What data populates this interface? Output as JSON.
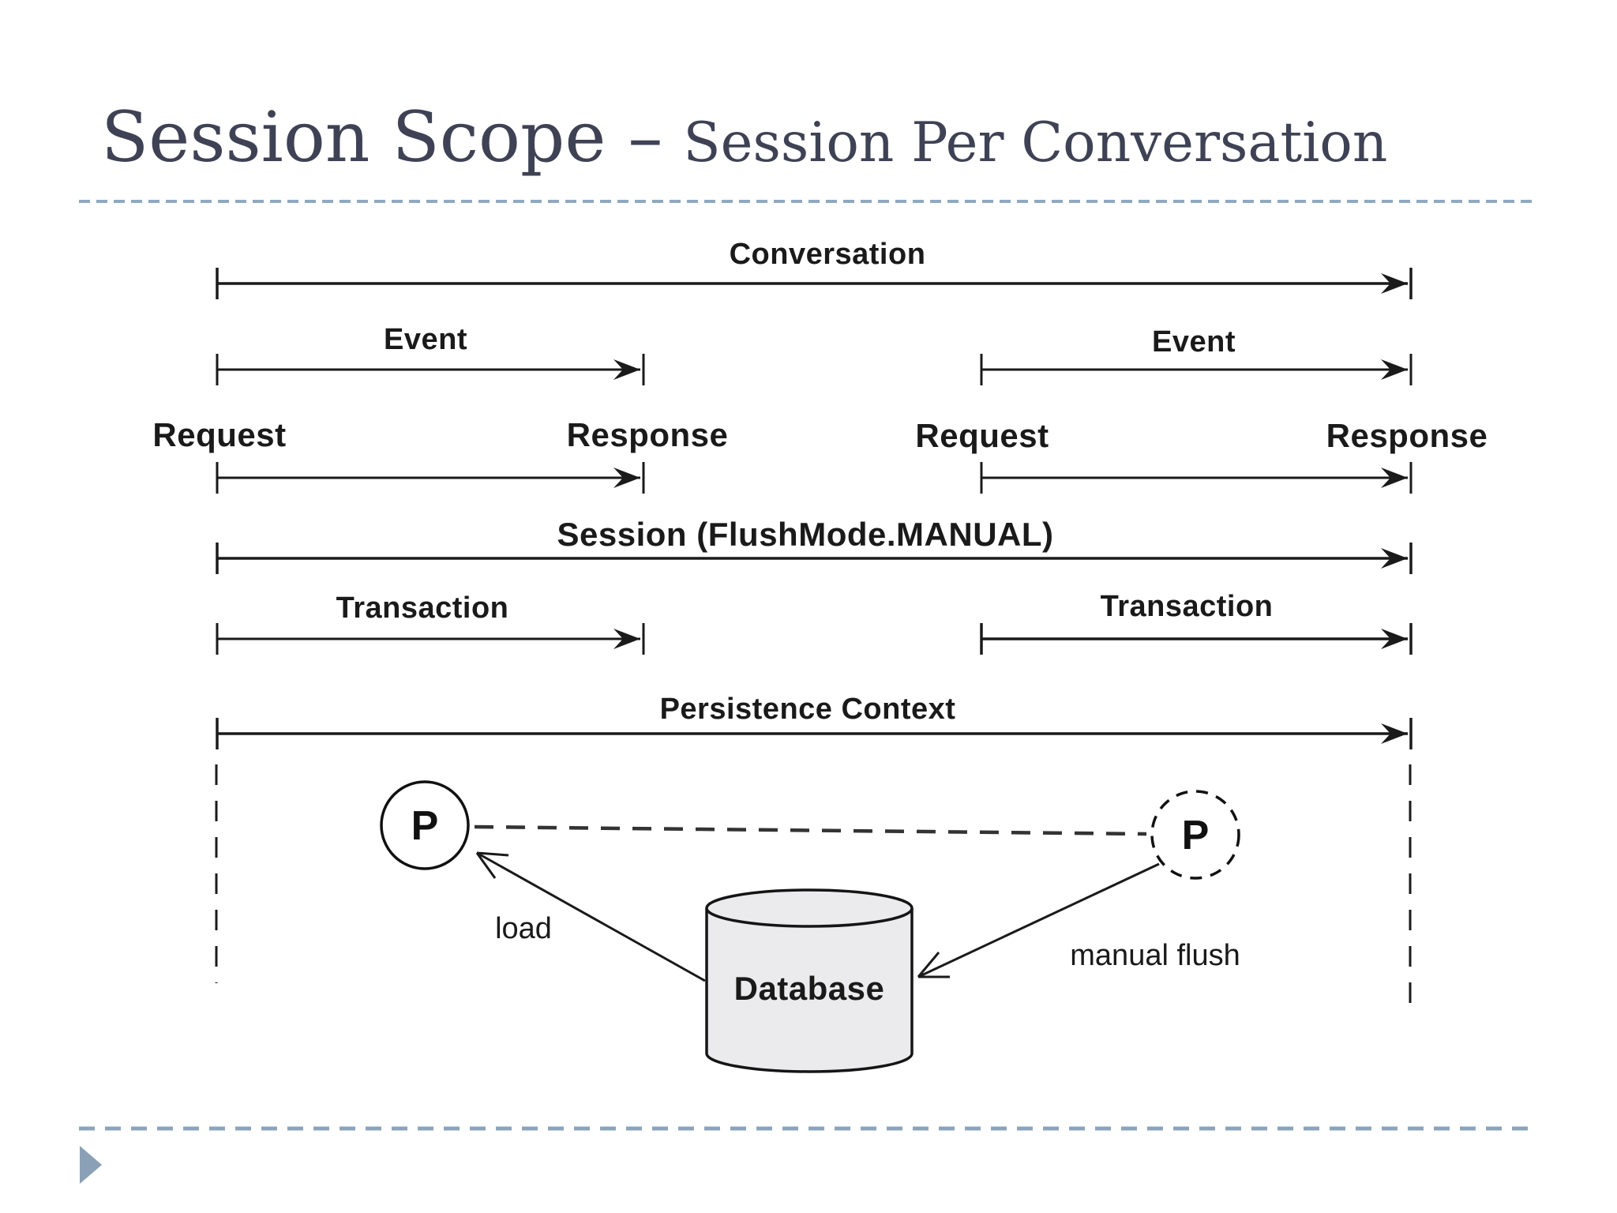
{
  "slide": {
    "title_main": "Session Scope –",
    "title_sub": "Session Per Conversation"
  },
  "diagram": {
    "conversation": "Conversation",
    "event": "Event",
    "request": "Request",
    "response": "Response",
    "session": "Session (FlushMode.MANUAL)",
    "transaction": "Transaction",
    "persistence": "Persistence Context",
    "p_label": "P",
    "database": "Database",
    "load": "load",
    "manual_flush": "manual flush"
  },
  "colors": {
    "title_text": "#3e4254",
    "ink": "#1a1a1a",
    "accent_dash_top": "#8fa9c0",
    "accent_dash_bottom": "#8ca4bb",
    "bullet_triangle": "#8aa0b6",
    "cylinder_fill": "#ebebed"
  }
}
